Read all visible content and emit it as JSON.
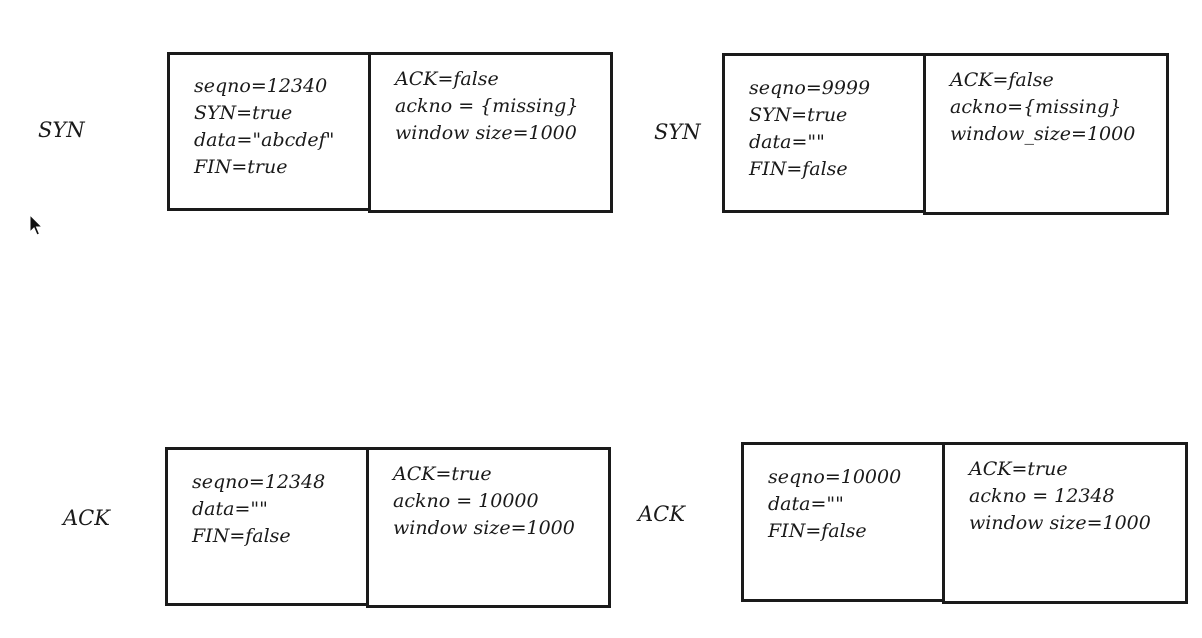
{
  "segments": [
    {
      "label": "SYN",
      "left": [
        "seqno=12340",
        "SYN=true",
        "data=\"abcdef\"",
        "FIN=true"
      ],
      "right": [
        "ACK=false",
        "ackno = {missing}",
        "window size=1000"
      ]
    },
    {
      "label": "SYN",
      "left": [
        "seqno=9999",
        "SYN=true",
        "data=\"\"",
        "FIN=false"
      ],
      "right": [
        "ACK=false",
        "ackno={missing}",
        "window_size=1000"
      ]
    },
    {
      "label": "ACK",
      "left": [
        "seqno=12348",
        "data=\"\"",
        "FIN=false"
      ],
      "right": [
        "ACK=true",
        "ackno = 10000",
        "window size=1000"
      ]
    },
    {
      "label": "ACK",
      "left": [
        "seqno=10000",
        "data=\"\"",
        "FIN=false"
      ],
      "right": [
        "ACK=true",
        "ackno = 12348",
        "window size=1000"
      ]
    }
  ]
}
